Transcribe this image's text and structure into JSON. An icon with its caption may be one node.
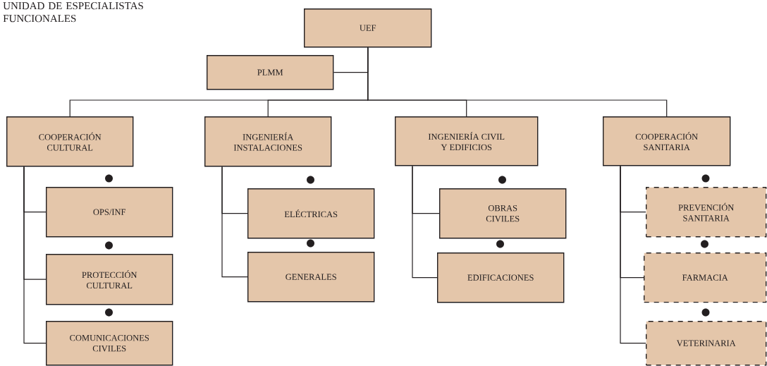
{
  "diagram": {
    "title": "UNIDAD DE ESPECIALISTAS FUNCIONALES",
    "nodes": [
      {
        "text": [
          "UEF"
        ]
      },
      {
        "text": [
          "PLMM"
        ]
      },
      {
        "text": [
          "COOPERACIÓN CULTURAL"
        ]
      },
      {
        "text": [
          "INGENIERÍA INSTALACIONES"
        ]
      },
      {
        "text": [
          "INGENIERÍA CIVIL Y EDIFICIOS"
        ]
      },
      {
        "text": [
          "COOPERACIÓN SANITARIA"
        ]
      },
      {
        "text": [
          "OPS/INF"
        ]
      },
      {
        "text": [
          "PROTECCIÓN CULTURAL"
        ]
      },
      {
        "text": [
          "COMUNICACIONES CIVILES"
        ]
      },
      {
        "text": [
          "ELÉCTRICAS"
        ]
      },
      {
        "text": [
          "GENERALES"
        ]
      },
      {
        "text": [
          "OBRAS CIVILES"
        ]
      },
      {
        "text": [
          "EDIFICACIONES"
        ]
      },
      {
        "text": [
          "PREVENCIÓN SANITARIA"
        ]
      },
      {
        "text": [
          "FARMACIA"
        ]
      },
      {
        "text": [
          "VETERINARIA"
        ]
      }
    ],
    "edges": [
      {
        "from": 0,
        "to": 1,
        "arrow": "none"
      },
      {
        "from": 0,
        "to": 2,
        "arrow": "none"
      },
      {
        "from": 0,
        "to": 3,
        "arrow": "none"
      },
      {
        "from": 0,
        "to": 4,
        "arrow": "none"
      },
      {
        "from": 0,
        "to": 5,
        "arrow": "none"
      },
      {
        "from": 2,
        "to": 6,
        "arrow": "none"
      },
      {
        "from": 2,
        "to": 7,
        "arrow": "none"
      },
      {
        "from": 2,
        "to": 8,
        "arrow": "none"
      },
      {
        "from": 3,
        "to": 9,
        "arrow": "none"
      },
      {
        "from": 3,
        "to": 10,
        "arrow": "none"
      },
      {
        "from": 4,
        "to": 11,
        "arrow": "none"
      },
      {
        "from": 4,
        "to": 12,
        "arrow": "none"
      },
      {
        "from": 5,
        "to": 13,
        "arrow": "none"
      },
      {
        "from": 5,
        "to": 14,
        "arrow": "none"
      },
      {
        "from": 5,
        "to": 15,
        "arrow": "none"
      }
    ]
  }
}
